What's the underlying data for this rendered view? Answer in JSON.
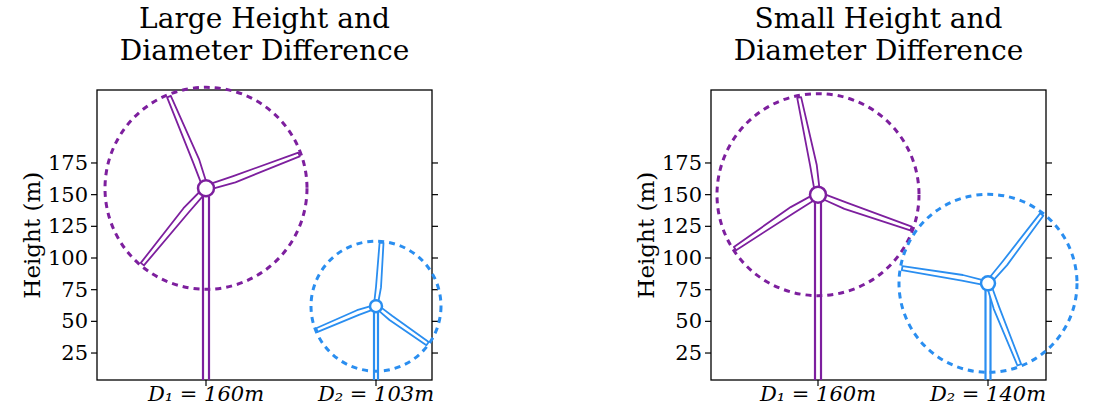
{
  "diagram": {
    "labels": [
      "Large Height and Diameter Difference",
      "Height (m)",
      "175",
      "150",
      "125",
      "100",
      "75",
      "50",
      "25",
      "D₁ = 160m",
      "D₂ = 103m",
      "Small Height and Diameter Difference",
      "Height (m)",
      "175",
      "150",
      "125",
      "100",
      "75",
      "50",
      "25",
      "D₁ = 160m",
      "D₂ = 140m"
    ]
  }
}
